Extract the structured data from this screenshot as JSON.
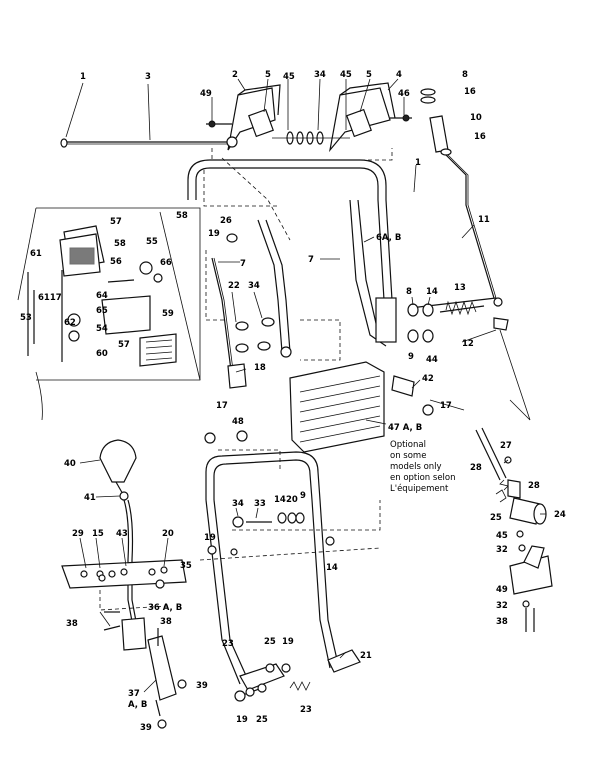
{
  "labels": {
    "l1a": "1",
    "l3": "3",
    "l2": "2",
    "l5a": "5",
    "l45a": "45",
    "l34a": "34",
    "l45b": "45",
    "l5b": "5",
    "l4": "4",
    "l8": "8",
    "l16a": "16",
    "l49": "49",
    "l46": "46",
    "l10": "10",
    "l16b": "16",
    "l1b": "1",
    "l11": "11",
    "l57a": "57",
    "l58": "58",
    "l55": "55",
    "l56": "56",
    "l66": "66",
    "l61": "61",
    "l6117": "6117",
    "l64": "64",
    "l65": "65",
    "l59": "59",
    "l62": "62",
    "l54": "54",
    "l57b": "57",
    "l53": "53",
    "l60": "60",
    "l26": "26",
    "l19a": "19",
    "l7a": "7",
    "l7b": "7",
    "l6ab": "6A, B",
    "l22": "22",
    "l34b": "34",
    "l8b": "8",
    "l14a": "14",
    "l13": "13",
    "l12": "12",
    "l9a": "9",
    "l44": "44",
    "l18": "18",
    "l42": "42",
    "l17a": "17",
    "l17b": "17",
    "l48": "48",
    "l47ab": "47 A, B",
    "l40": "40",
    "l41": "41",
    "l27": "27",
    "l28a": "28",
    "l28b": "28",
    "l25": "25",
    "l24": "24",
    "l34c": "34",
    "l33": "33",
    "l14b": "14",
    "l20a": "20",
    "l9b": "9",
    "l29": "29",
    "l15": "15",
    "l43": "43",
    "l20b": "20",
    "l35": "35",
    "l19b": "19",
    "l14c": "14",
    "l45c": "45",
    "l32a": "32",
    "l49b": "49",
    "l32b": "32",
    "l36ab": "36 A, B",
    "l38a": "38",
    "l38b": "38",
    "l38c": "38",
    "l39a": "39",
    "l37ab": "37",
    "l37ab2": "A, B",
    "l39b": "39",
    "l23a": "23",
    "l25b": "25",
    "l19c": "19",
    "l21": "21",
    "l19d": "19",
    "l25c": "25",
    "l23b": "23"
  },
  "note": {
    "line1": "Optional",
    "line2": "on some",
    "line3": "models only",
    "line4": "en option selon",
    "line5": "L'équipement"
  }
}
